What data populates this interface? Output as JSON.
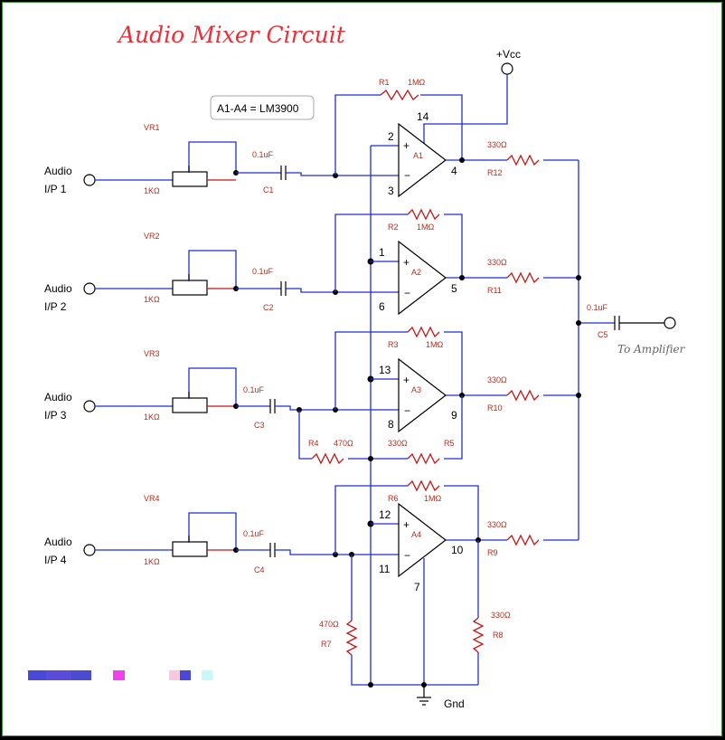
{
  "title": "Audio Mixer Circuit",
  "ic_note": "A1-A4 = LM3900",
  "vcc": "+Vcc",
  "gnd": "Gnd",
  "to_amplifier": "To Amplifier",
  "inputs": [
    {
      "line1": "Audio",
      "line2": "I/P 1",
      "vr": "VR1",
      "pot": "1KΩ",
      "cap": "C1",
      "cap_val": "0.1uF"
    },
    {
      "line1": "Audio",
      "line2": "I/P 2",
      "vr": "VR2",
      "pot": "1KΩ",
      "cap": "C2",
      "cap_val": "0.1uF"
    },
    {
      "line1": "Audio",
      "line2": "I/P 3",
      "vr": "VR3",
      "pot": "1KΩ",
      "cap": "C3",
      "cap_val": "0.1uF"
    },
    {
      "line1": "Audio",
      "line2": "I/P 4",
      "vr": "VR4",
      "pot": "1KΩ",
      "cap": "C4",
      "cap_val": "0.1uF"
    }
  ],
  "amps": [
    {
      "name": "A1",
      "pin_plus": "2",
      "pin_minus": "3",
      "pin_out": "4",
      "pin_top": "14",
      "fb": "R1",
      "fb_val": "1MΩ",
      "out_r": "R12",
      "out_val": "330Ω"
    },
    {
      "name": "A2",
      "pin_plus": "1",
      "pin_minus": "6",
      "pin_out": "5",
      "fb": "R2",
      "fb_val": "1MΩ",
      "out_r": "R11",
      "out_val": "330Ω"
    },
    {
      "name": "A3",
      "pin_plus": "13",
      "pin_minus": "8",
      "pin_out": "9",
      "fb": "R3",
      "fb_val": "1MΩ",
      "out_r": "R10",
      "out_val": "330Ω"
    },
    {
      "name": "A4",
      "pin_plus": "12",
      "pin_minus": "11",
      "pin_out": "10",
      "pin_bottom": "7",
      "fb": "R6",
      "fb_val": "1MΩ",
      "out_r": "R9",
      "out_val": "330Ω"
    }
  ],
  "bias": [
    {
      "name": "R4",
      "val": "470Ω"
    },
    {
      "name": "R5",
      "val": "330Ω"
    },
    {
      "name": "R7",
      "val": "470Ω"
    },
    {
      "name": "R8",
      "val": "330Ω"
    }
  ],
  "output_cap": {
    "name": "C5",
    "val": "0.1uF"
  },
  "colors": {
    "wire": "#1f2fd0",
    "resistor": "#c01818",
    "label": "#b03020",
    "title": "#e8303a",
    "border": "#3a8a3a"
  },
  "swatches": [
    "#4a48d6",
    "#5a4cd8",
    "#4c4ad0",
    "#f040f0",
    "#f8c8e0",
    "#4a48d6",
    "#c8f8f8"
  ]
}
